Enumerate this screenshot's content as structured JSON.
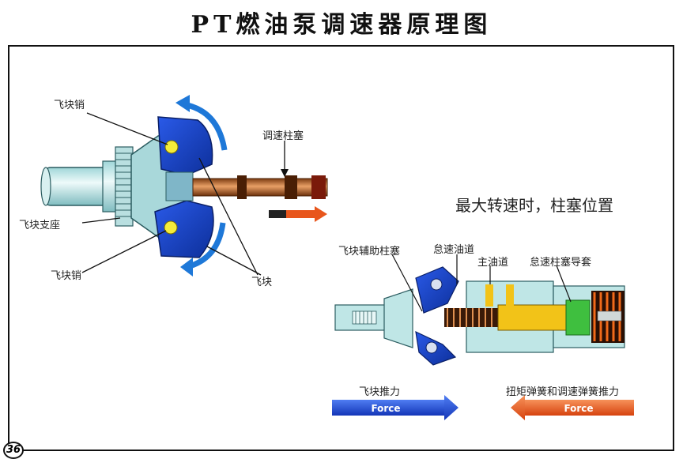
{
  "title": "PT燃油泵调速器原理图",
  "page_number": "36",
  "labels": {
    "flyweight_pin_top": "飞块销",
    "flyweight_carrier": "飞块支座",
    "flyweight_pin_bottom": "飞块销",
    "governor_plunger": "调速柱塞",
    "flyweights": "飞块",
    "max_speed_heading": "最大转速时，柱塞位置",
    "flyweight_assist_plunger": "飞块辅助柱塞",
    "idle_passage": "怠速油道",
    "main_passage": "主油道",
    "idle_plunger_guide": "怠速柱塞导套",
    "flyweight_thrust": "飞块推力",
    "spring_thrust": "扭矩弹簧和调速弹簧推力"
  },
  "arrows": {
    "left_force": "Force",
    "right_force": "Force"
  },
  "colors": {
    "blue": "#1f4fd8",
    "orange": "#e8561c",
    "copper": "#b5642b",
    "cyan_body": "#bfe6e6"
  }
}
